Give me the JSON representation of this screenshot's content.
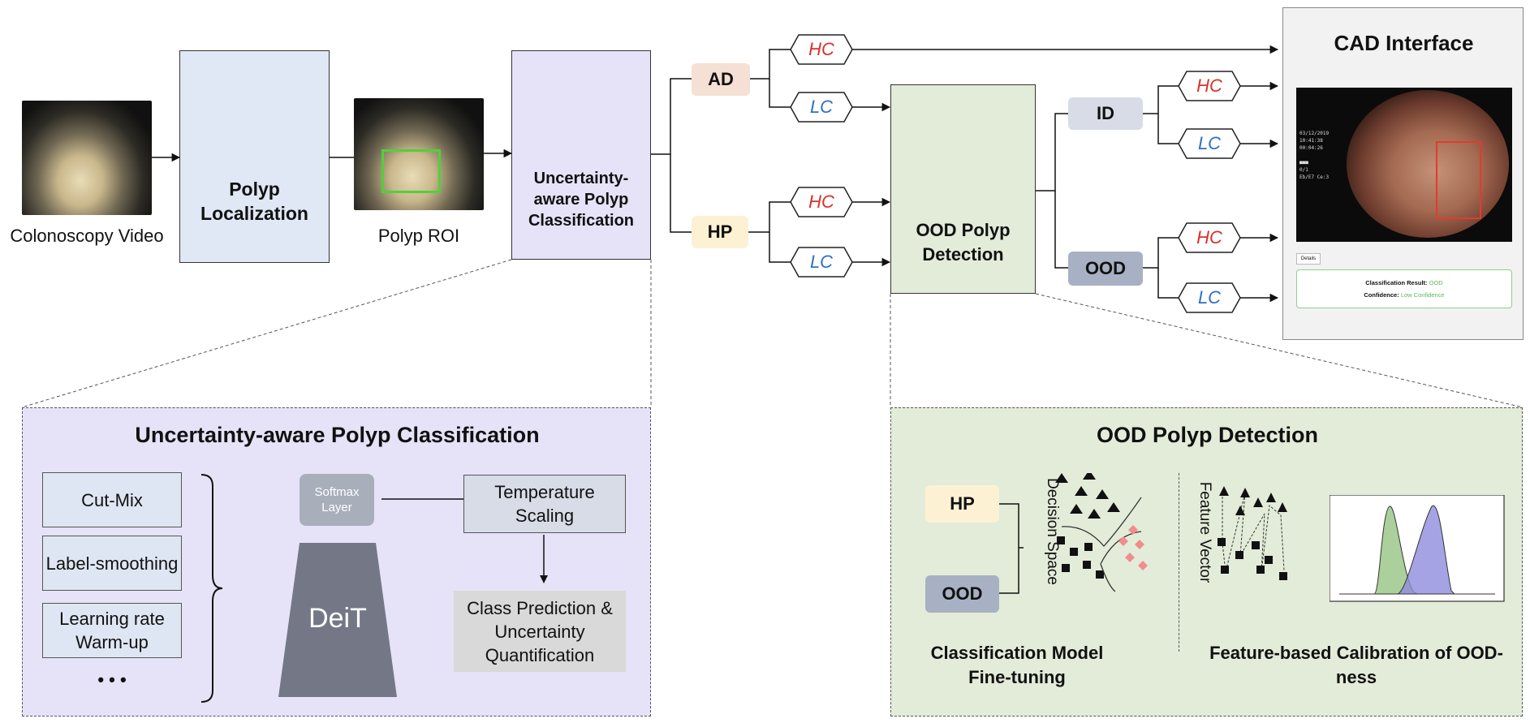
{
  "pipeline": {
    "video_caption": "Colonoscopy Video",
    "localization_label": "Polyp Localization",
    "roi_caption": "Polyp ROI",
    "classification_label": "Uncertainty-aware Polyp Classification",
    "ood_label": "OOD Polyp Detection"
  },
  "classes": {
    "ad": "AD",
    "hp": "HP",
    "id": "ID",
    "ood": "OOD"
  },
  "confidence": {
    "hc": "HC",
    "lc": "LC"
  },
  "cad": {
    "title": "CAD Interface",
    "details_button": "Details",
    "result_label": "Classification Result:",
    "result_value": "OOD",
    "confidence_label": "Confidence:",
    "confidence_value": "Low Confidence",
    "overlay_text": "03/12/2019\n10:41:38\n00:04:26\n\n■■■\n0/1\nEb/E7 Ce:3"
  },
  "classification_panel": {
    "title": "Uncertainty-aware Polyp Classification",
    "techniques": [
      "Cut-Mix",
      "Label-smoothing",
      "Learning rate Warm-up"
    ],
    "ellipsis": "•  •  •",
    "softmax": "Softmax Layer",
    "model": "DeiT",
    "temperature": "Temperature Scaling",
    "prediction": "Class Prediction & Uncertainty Quantification"
  },
  "ood_panel": {
    "title": "OOD Polyp Detection",
    "hp": "HP",
    "ood": "OOD",
    "decision_space": "Decision Space",
    "feature_vector": "Feature Vector",
    "left_caption": "Classification Model Fine-tuning",
    "right_caption": "Feature-based Calibration of OOD-ness"
  },
  "colors": {
    "hc_text": "#d9302b",
    "lc_text": "#2f6fc4",
    "localization_fill": "#dfe8f4",
    "classification_fill": "#e6e3f8",
    "ood_fill": "#e3ecd9",
    "ad_pill": "#f4e0d4",
    "hp_pill": "#fdf1d4",
    "id_pill": "#d7dce6",
    "ood_pill": "#a7b1c3"
  }
}
